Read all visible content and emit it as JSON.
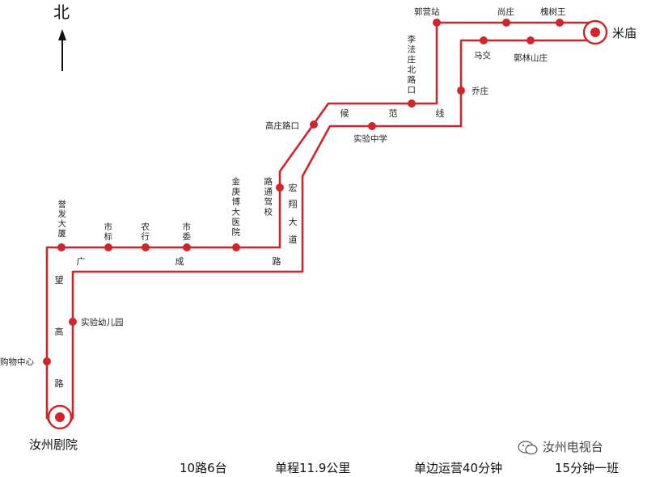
{
  "north_label": "北",
  "terminals": {
    "start": "汝州剧院",
    "end": "米庙"
  },
  "stops": {
    "gouwu": "购物中心",
    "shiyan_you": "实验幼儿园",
    "yufa": "誉发大厦",
    "shibiao": "市标",
    "nonghang": "农行",
    "shiwei": "市委",
    "jinkang": "金庚博大医院",
    "lutongjiaxiao": "路通驾校",
    "gaozhuang": "高庄路口",
    "shiyan_zhong": "实验中学",
    "lifazhuang": "李法庄北路口",
    "guoying": "郭营站",
    "shangzhuang": "尚庄",
    "huaishuwang": "槐树王",
    "majiao": "马交",
    "guolin": "郭林山庄",
    "qiaozhuang": "乔庄"
  },
  "roads": {
    "wanggao": "望高路",
    "guangcheng": "广成路",
    "hongxiang": "宏翔大道",
    "houfan": "候范线"
  },
  "footer": {
    "route": "10路6台",
    "distance": "单程11.9公里",
    "duration": "单边运营40分钟",
    "frequency": "15分钟一班"
  },
  "watermark": "汝州电视台",
  "colors": {
    "route_line": "#d0262b",
    "stop_dot": "#d0262b",
    "text": "#222222"
  }
}
